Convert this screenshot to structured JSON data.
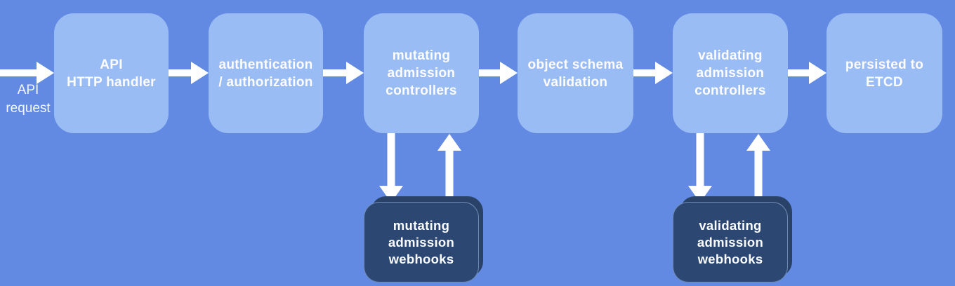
{
  "diagram": {
    "background_color": "#628AE3",
    "node_color": "#9ABCF4",
    "webhook_box_color": "#2D4773",
    "webhook_back_box_color": "#2A4168",
    "arrow_color": "#FFFFFF",
    "text_color": "#FFFFFF",
    "input_label": "API\nrequest",
    "nodes": [
      {
        "id": "api-http-handler",
        "label": "API\nHTTP handler"
      },
      {
        "id": "authentication-authorization",
        "label": "authentication\n/ authorization"
      },
      {
        "id": "mutating-admission-controllers",
        "label": "mutating\nadmission\ncontrollers"
      },
      {
        "id": "object-schema-validation",
        "label": "object schema\nvalidation"
      },
      {
        "id": "validating-admission-controllers",
        "label": "validating\nadmission\ncontrollers"
      },
      {
        "id": "persisted-to-etcd",
        "label": "persisted to\nETCD"
      }
    ],
    "webhooks": [
      {
        "id": "mutating-admission-webhooks",
        "label": "mutating\nadmission\nwebhooks",
        "connected_node": "mutating-admission-controllers"
      },
      {
        "id": "validating-admission-webhooks",
        "label": "validating\nadmission\nwebhooks",
        "connected_node": "validating-admission-controllers"
      }
    ],
    "edges": [
      {
        "from": "API request",
        "to": "API HTTP handler"
      },
      {
        "from": "API HTTP handler",
        "to": "authentication / authorization"
      },
      {
        "from": "authentication / authorization",
        "to": "mutating admission controllers"
      },
      {
        "from": "mutating admission controllers",
        "to": "object schema validation"
      },
      {
        "from": "object schema validation",
        "to": "validating admission controllers"
      },
      {
        "from": "validating admission controllers",
        "to": "persisted to ETCD"
      },
      {
        "from": "mutating admission controllers",
        "to": "mutating admission webhooks",
        "bidirectional": true
      },
      {
        "from": "validating admission controllers",
        "to": "validating admission webhooks",
        "bidirectional": true
      }
    ]
  }
}
